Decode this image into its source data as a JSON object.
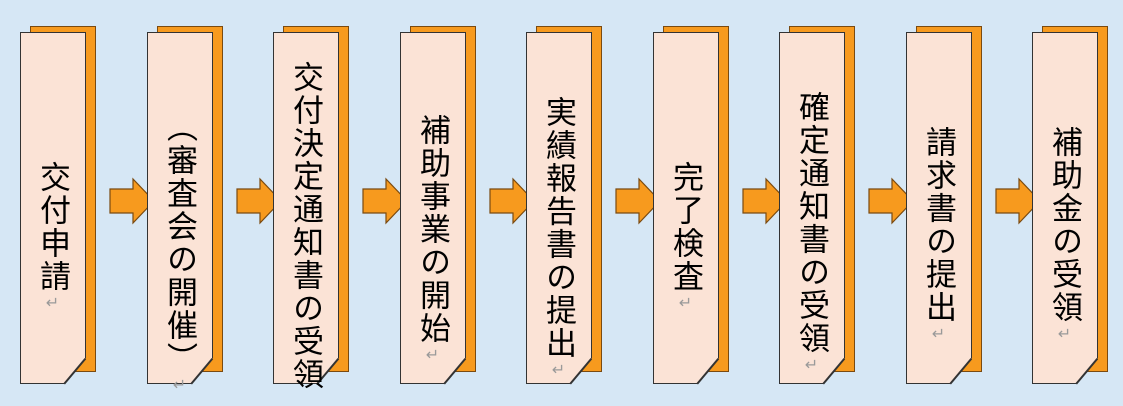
{
  "steps": [
    {
      "label": "交付申請",
      "mark": "↵"
    },
    {
      "label": "︵審査会の開催︶",
      "mark": "↵"
    },
    {
      "label": "交付決定通知書の受領",
      "mark": ""
    },
    {
      "label": "補助事業の開始",
      "mark": "↵"
    },
    {
      "label": "実績報告書の提出",
      "mark": "↵"
    },
    {
      "label": "完了検査",
      "mark": "↵"
    },
    {
      "label": "確定通知書の受領",
      "mark": "↵"
    },
    {
      "label": "請求書の提出",
      "mark": "↵"
    },
    {
      "label": "補助金の受領",
      "mark": "↵"
    }
  ],
  "colors": {
    "background": "#d6e7f5",
    "card": "#fbe3d6",
    "shadow_card": "#f79a1e",
    "arrow": "#f79a1e"
  },
  "icons": {
    "arrow": "right-arrow-icon",
    "paragraph_mark": "return-mark-icon"
  }
}
